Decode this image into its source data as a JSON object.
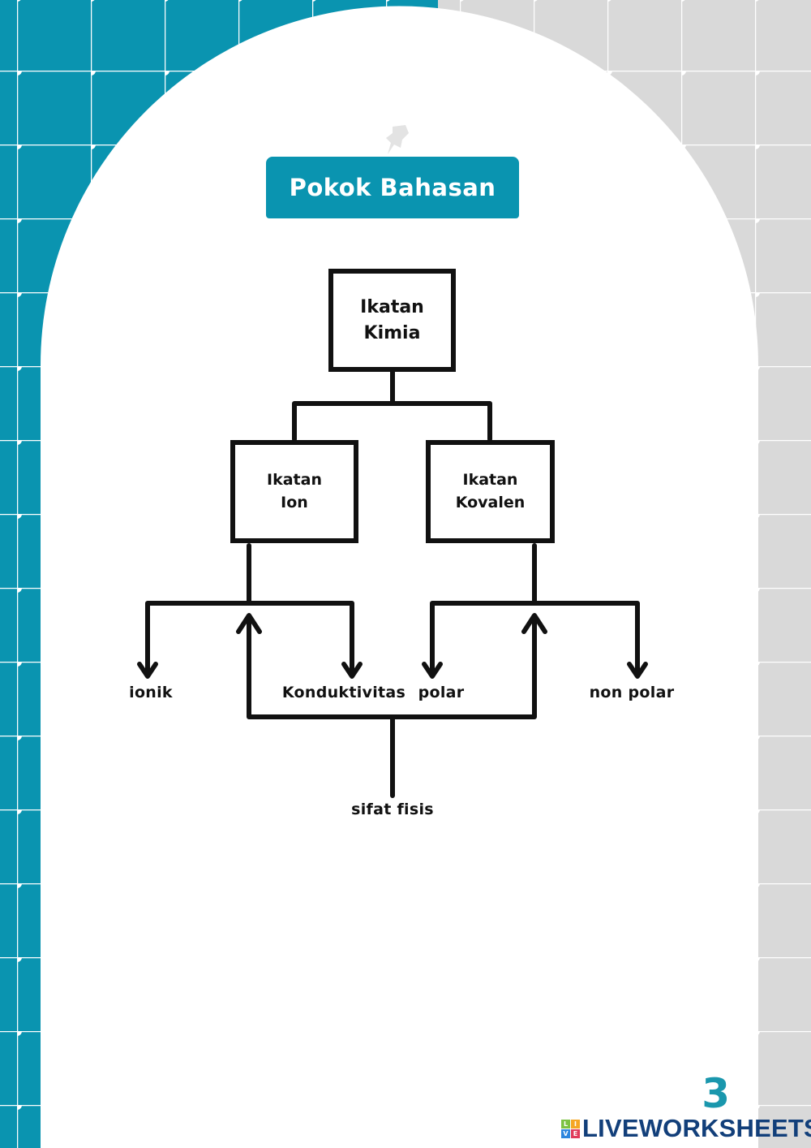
{
  "header": {
    "title": "Pokok Bahasan",
    "pin_icon": "pushpin-icon"
  },
  "diagram": {
    "root": {
      "line1": "Ikatan",
      "line2": "Kimia"
    },
    "left": {
      "line1": "Ikatan",
      "line2": "Ion"
    },
    "right": {
      "line1": "Ikatan",
      "line2": "Kovalen"
    },
    "labels": {
      "ionik": "ionik",
      "konduktivitas": "Konduktivitas",
      "polar": "polar",
      "nonpolar": "non polar",
      "sifat_fisis": "sifat fisis"
    }
  },
  "footer": {
    "page_number": "3",
    "brand": "LIVEWORKSHEETS",
    "brand_logo_letters": [
      "L",
      "I",
      "V",
      "E"
    ]
  },
  "colors": {
    "teal": "#0a94b0",
    "gray": "#d9d9d9",
    "ink": "#111111",
    "brand": "#123f7a"
  }
}
